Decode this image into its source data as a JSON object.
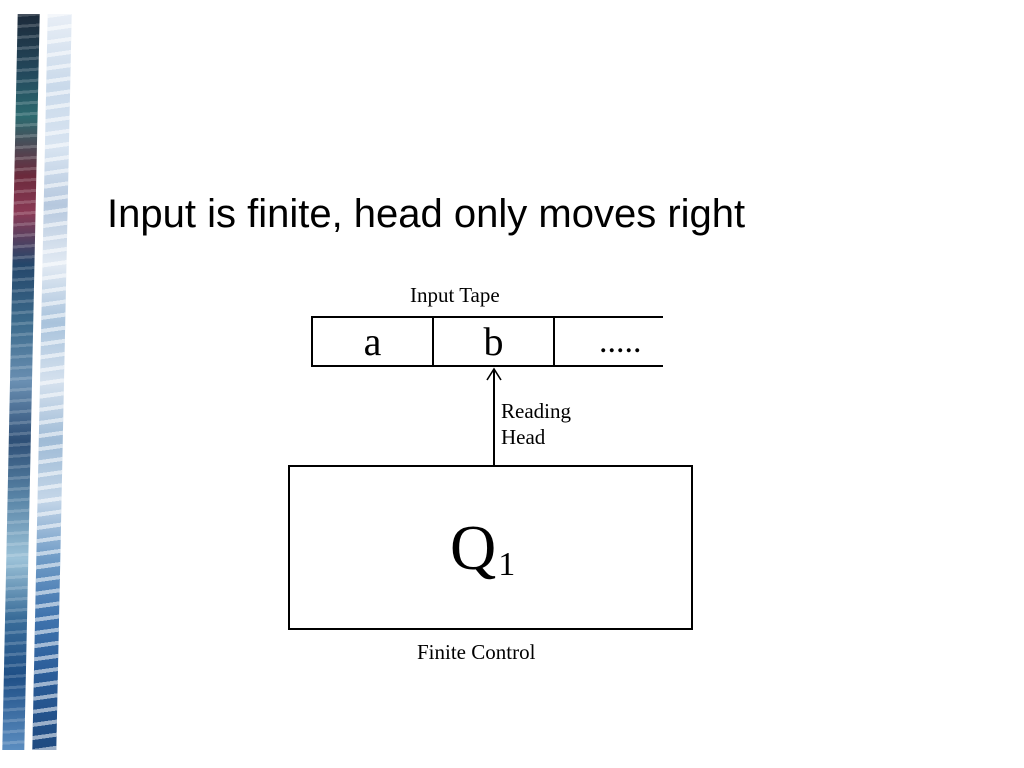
{
  "slide": {
    "title": "Input is finite, head only moves right"
  },
  "diagram": {
    "tape_label": "Input Tape",
    "tape_cells": [
      "a",
      "b",
      "....."
    ],
    "head_label_line1": "Reading",
    "head_label_line2": "Head",
    "state_main": "Q",
    "state_subscript": "1",
    "control_label": "Finite Control"
  }
}
